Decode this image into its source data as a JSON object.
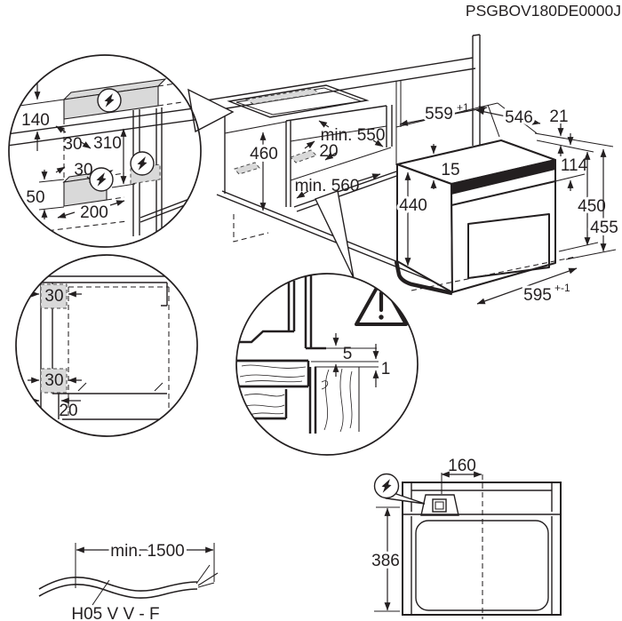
{
  "title": "PSGBOV180DE0000J",
  "icons": {
    "lightning": "lightning-bolt",
    "warning": "warning-triangle"
  },
  "detail_electrical": {
    "dim_140": "140",
    "dim_30_top": "30",
    "dim_310": "310",
    "dim_30_mid": "30",
    "dim_50": "50",
    "dim_200": "200"
  },
  "niche": {
    "dim_460": "460",
    "dim_min_550": "min. 550",
    "dim_20": "20",
    "dim_min_560": "min. 560"
  },
  "oven": {
    "dim_559": "559",
    "tol_559": "+1",
    "dim_546": "546",
    "dim_21": "21",
    "dim_15": "15",
    "dim_114": "114",
    "dim_440": "440",
    "dim_450": "450",
    "dim_455": "455",
    "dim_595": "595",
    "tol_595": "+-1"
  },
  "detail_side": {
    "dim_30_top": "30",
    "dim_30_bottom": "30",
    "dim_20": "20"
  },
  "detail_front": {
    "dim_5": "5",
    "dim_1": "1"
  },
  "top_view": {
    "dim_160": "160",
    "dim_386": "386"
  },
  "cable": {
    "dim_length": "min. 1500",
    "cable_type": "H05 V V - F"
  }
}
